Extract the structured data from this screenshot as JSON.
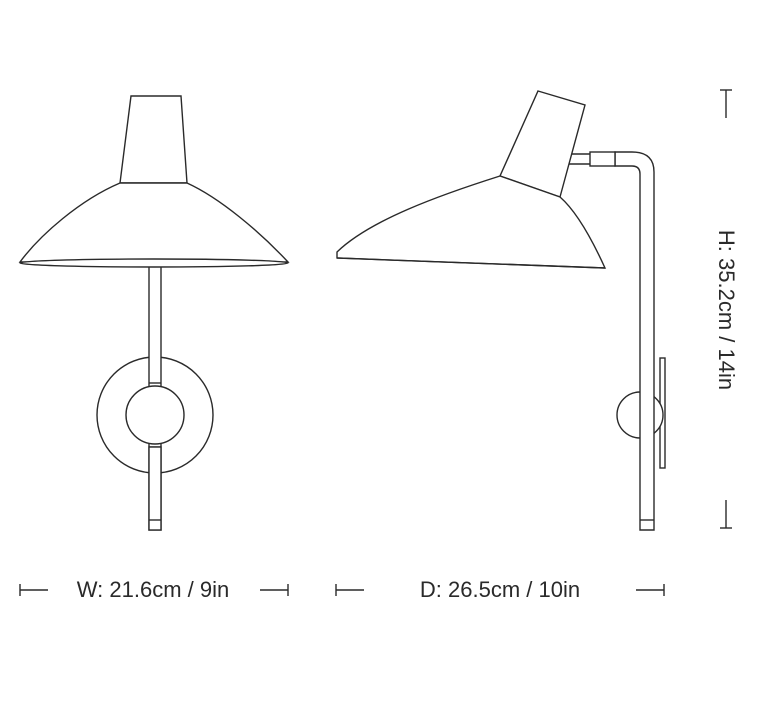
{
  "dimensions": {
    "width_label": "W: 21.6cm / 9in",
    "depth_label": "D: 26.5cm / 10in",
    "height_label": "H: 35.2cm / 14in"
  }
}
